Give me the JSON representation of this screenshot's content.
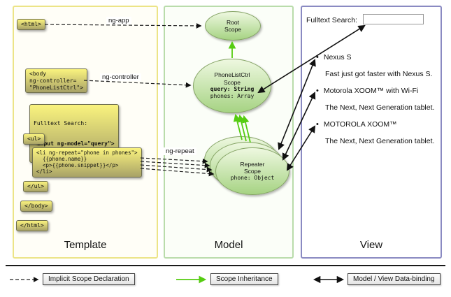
{
  "template_panel": {
    "label": "Template",
    "code": {
      "html_open": "<html>",
      "body_open": "<body\nng-controller=\n\"PhoneListCtrl\">",
      "fulltext_label": "Fulltext Search:",
      "input_line": "<input ng-model=\"query\">",
      "ul_open": "<ul>",
      "li_block": "<li ng-repeat=\"phone in phones\">\n  {{phone.name}}\n  <p>{{phone.snippet}}</p>\n</li>",
      "ul_close": "</ul>",
      "body_close": "</body>",
      "html_close": "</html>"
    }
  },
  "model_panel": {
    "label": "Model",
    "root_scope": {
      "title": "Root\nScope"
    },
    "phonelist_scope": {
      "title": "PhoneListCtrl\nScope",
      "query_line": "query: String",
      "phones_line": "phones: Array"
    },
    "repeater_scope": {
      "title": "Repeater\nScope",
      "phone_line": "phone: Object"
    }
  },
  "view_panel": {
    "label": "View",
    "search_label": "Fulltext Search:",
    "search_value": "",
    "bullet": "•",
    "items": [
      {
        "title": "Nexus S",
        "desc": "Fast just got faster with Nexus S."
      },
      {
        "title": "Motorola XOOM™ with Wi-Fi",
        "desc": "The Next, Next Generation tablet."
      },
      {
        "title": "MOTOROLA XOOM™",
        "desc": "The Next, Next Generation tablet."
      }
    ]
  },
  "arrow_labels": {
    "ng_app": "ng-app",
    "ng_controller": "ng-controller",
    "ng_repeat": "ng-repeat"
  },
  "legend": {
    "implicit": "Implicit Scope Declaration",
    "inheritance": "Scope Inheritance",
    "binding": "Model / View Data-binding"
  },
  "colors": {
    "template_border": "#ece487",
    "model_border": "#b9dcab",
    "view_border": "#8a8ac2",
    "code_box_fill_top": "#faf37e",
    "code_box_fill_bottom": "#a8a267",
    "scope_fill_top": "#eef8e0",
    "scope_fill_bottom": "#a6d383",
    "inheritance_arrow": "#55cc11",
    "implicit_arrow": "#222222",
    "binding_arrow": "#111111"
  }
}
